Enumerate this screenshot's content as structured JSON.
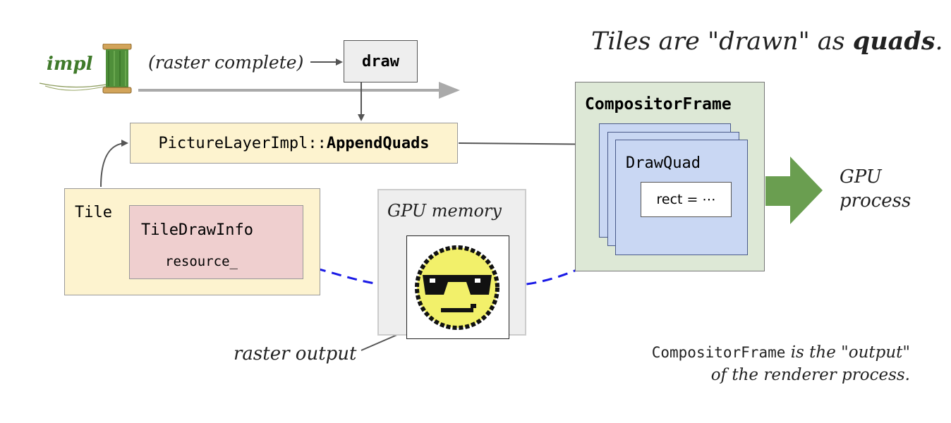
{
  "title": {
    "prefix": "Tiles are \"drawn\" as ",
    "emphasis": "quads",
    "suffix": "."
  },
  "impl": {
    "label": "impl",
    "icon": "thread-spool-icon"
  },
  "raster_complete": "(raster complete)",
  "draw_box": "draw",
  "append_quads": {
    "class_name": "PictureLayerImpl::",
    "method": "AppendQuads"
  },
  "tile": {
    "label": "Tile",
    "draw_info_label": "TileDrawInfo",
    "resource_label": "resource_"
  },
  "gpu_memory": {
    "label": "GPU memory",
    "image_icon": "sunglasses-smiley-icon"
  },
  "raster_output": "raster output",
  "compositor_frame": {
    "label": "CompositorFrame",
    "quad_label": "DrawQuad",
    "rect_label": "rect = ⋯"
  },
  "gpu_process": {
    "line1": "GPU",
    "line2": "process"
  },
  "footnote": {
    "code": "CompositorFrame",
    "line1_rest": " is the \"output\"",
    "line2": "of the renderer process."
  },
  "colors": {
    "yellow_box": "#fdf3cf",
    "pink_box": "#efcfcf",
    "green_frame": "#dde8d6",
    "quad_blue": "#c9d7f3",
    "pointer_blue": "#1a1ae6",
    "green_arrow": "#6a9e50",
    "impl_green": "#3f7a2a"
  }
}
